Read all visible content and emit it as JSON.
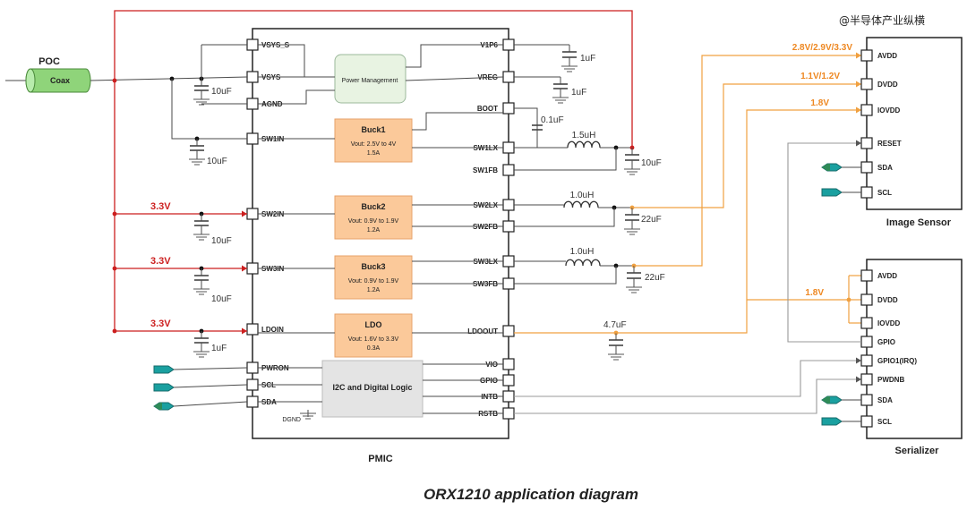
{
  "watermark": "@半导体产业纵横",
  "caption": "ORX1210 application diagram",
  "input": {
    "poc": "POC",
    "coax": "Coax"
  },
  "colors": {
    "red": "#cc1f1f",
    "orange": "#f0a040",
    "wire": "#4a4a4a",
    "block_fill": "#fbc99a",
    "block_stroke": "#e7a26a",
    "pm_fill": "#e8f3e2",
    "logic_fill": "#e4e4e4"
  },
  "pmic": {
    "name": "PMIC",
    "left_pins": [
      "VSYS_S",
      "VSYS",
      "AGND",
      "SW1IN",
      "SW2IN",
      "SW3IN",
      "LDOIN",
      "PWRON",
      "SCL",
      "SDA"
    ],
    "right_pins": [
      "V1P6",
      "VREG",
      "BOOT",
      "SW1LX",
      "SW1FB",
      "SW2LX",
      "SW2FB",
      "SW3LX",
      "SW3FB",
      "LDOOUT",
      "VIO",
      "GPIO",
      "INTB",
      "RSTB"
    ],
    "power_management": "Power Management",
    "logic": "I2C and Digital Logic",
    "dgnd": "DGND",
    "blocks": [
      {
        "name": "Buck1",
        "line1": "Vout: 2.5V to 4V",
        "line2": "1.5A"
      },
      {
        "name": "Buck2",
        "line1": "Vout: 0.9V to 1.9V",
        "line2": "1.2A"
      },
      {
        "name": "Buck3",
        "line1": "Vout: 0.9V to 1.9V",
        "line2": "1.2A"
      },
      {
        "name": "LDO",
        "line1": "Vout: 1.6V to 3.3V",
        "line2": "0.3A"
      }
    ]
  },
  "supply_labels": {
    "sw2": "3.3V",
    "sw3": "3.3V",
    "ldo": "3.3V"
  },
  "components": {
    "cap_vsys": "10uF",
    "cap_sw1in": "10uF",
    "cap_sw2in": "10uF",
    "cap_sw3in": "10uF",
    "cap_ldoin": "1uF",
    "cap_v1p6": "1uF",
    "cap_vreg": "1uF",
    "cap_boot": "0.1uF",
    "ind1": "1.5uH",
    "cap_out1": "10uF",
    "ind2": "1.0uH",
    "cap_out2": "22uF",
    "ind3": "1.0uH",
    "cap_out3": "22uF",
    "cap_ldoout": "4.7uF"
  },
  "rails": {
    "avdd": "2.8V/2.9V/3.3V",
    "dvdd": "1.1V/1.2V",
    "iovdd": "1.8V",
    "serializer": "1.8V"
  },
  "image_sensor": {
    "name": "Image Sensor",
    "pins": [
      "AVDD",
      "DVDD",
      "IOVDD",
      "RESET",
      "SDA",
      "SCL"
    ]
  },
  "serializer": {
    "name": "Serializer",
    "pins": [
      "AVDD",
      "DVDD",
      "IOVDD",
      "GPIO",
      "GPIO1(IRQ)",
      "PWDNB",
      "SDA",
      "SCL"
    ]
  },
  "icons": {
    "bus": "connector-arrow-icon",
    "capacitor": "capacitor-icon",
    "inductor": "inductor-icon",
    "ground": "ground-icon"
  }
}
